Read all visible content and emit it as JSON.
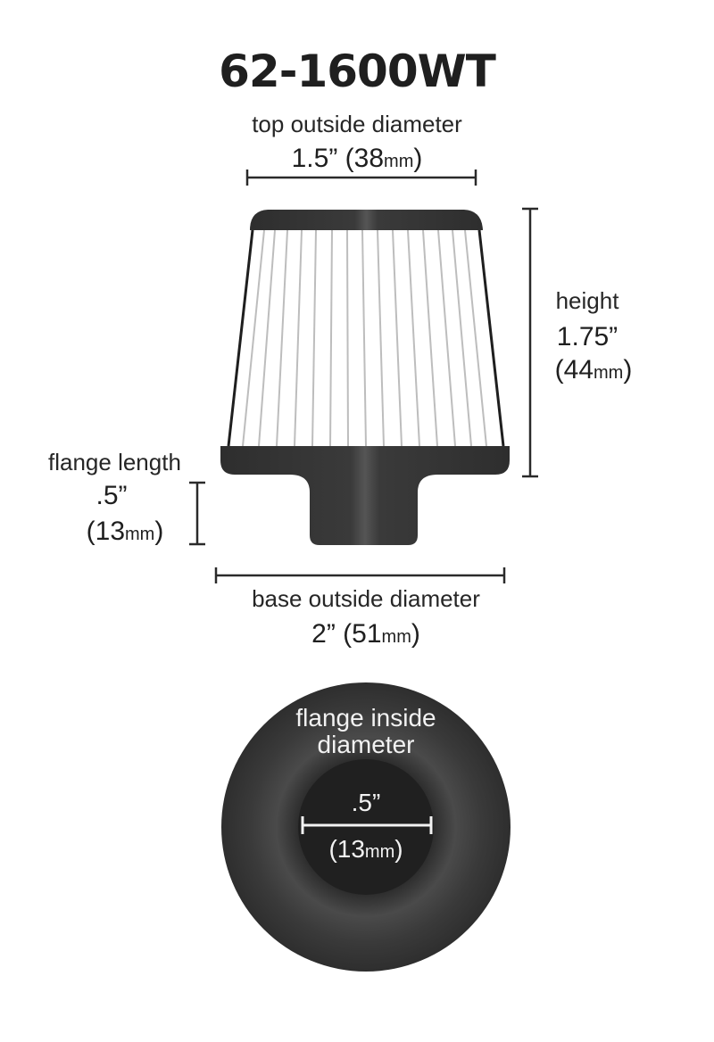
{
  "title": "62-1600WT",
  "colors": {
    "background": "#ffffff",
    "text": "#1f1f1f",
    "rubber": "#333333",
    "rubber_highlight": "#555555",
    "pleat_line": "#b8b8b8",
    "dimension_line": "#2a2a2a",
    "inside_text": "#f2f2f2"
  },
  "dimensions": {
    "top_outside_diameter": {
      "label": "top outside diameter",
      "inches": "1.5”",
      "mm_open": "(38",
      "mm_unit": "mm",
      "mm_close": ")"
    },
    "height": {
      "label": "height",
      "inches": "1.75”",
      "mm_open": "(44",
      "mm_unit": "mm",
      "mm_close": ")"
    },
    "flange_length": {
      "label": "flange length",
      "inches": ".5”",
      "mm_open": "(13",
      "mm_unit": "mm",
      "mm_close": ")"
    },
    "base_outside_diameter": {
      "label": "base outside diameter",
      "inches": "2”",
      "mm_open": "(51",
      "mm_unit": "mm",
      "mm_close": ")"
    },
    "flange_inside_diameter": {
      "label_line1": "flange inside",
      "label_line2": "diameter",
      "inches": ".5”",
      "mm_open": "(13",
      "mm_unit": "mm",
      "mm_close": ")"
    }
  },
  "icons": {
    "side_view": "air-filter-side-view-icon",
    "bottom_view": "flange-bottom-view-icon"
  }
}
